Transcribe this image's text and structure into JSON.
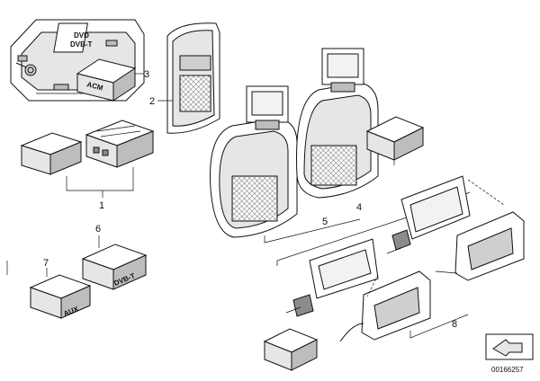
{
  "callouts": {
    "c1": "1",
    "c2": "2",
    "c3": "3",
    "c4": "4",
    "c5": "5",
    "c6": "6",
    "c7": "7",
    "c8": "8"
  },
  "labels": {
    "dvd": "DVD",
    "dvbt_small": "DVB-T",
    "acm": "ACM",
    "dvbt": "DVB-T",
    "aux": "AUX"
  },
  "catalog_number": "00166257",
  "icons": [
    "cursor-arrow-icon"
  ]
}
